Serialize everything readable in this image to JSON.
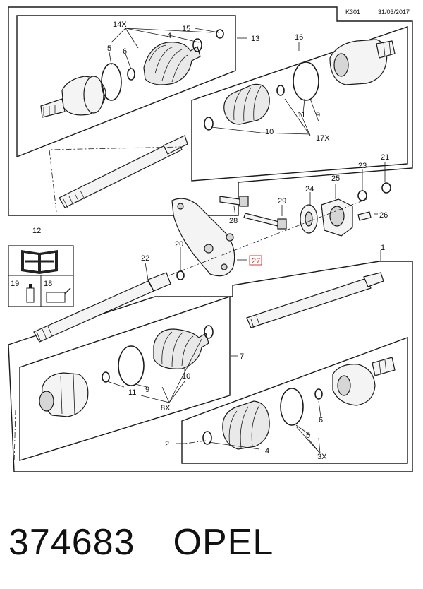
{
  "header": {
    "page_code": "K301",
    "date": "31/03/2017"
  },
  "callouts": {
    "c1": "1",
    "c2": "2",
    "c3": "3X",
    "c4": "4",
    "c5": "5",
    "c6": "6",
    "c7": "7",
    "c8": "8X",
    "c9": "9",
    "c10": "10",
    "c11": "11",
    "c12": "12",
    "c13": "13",
    "c14": "14X",
    "c15": "15",
    "c16": "16",
    "c17": "17X",
    "c18": "18",
    "c19": "19",
    "c20": "20",
    "c21": "21",
    "c22": "22",
    "c23": "23",
    "c24": "24",
    "c25": "25",
    "c26": "26",
    "c27": "27",
    "c28": "28",
    "c29": "29"
  },
  "highlight_color": "#d92626",
  "footer": {
    "part_number": "374683",
    "brand": "OPEL"
  }
}
